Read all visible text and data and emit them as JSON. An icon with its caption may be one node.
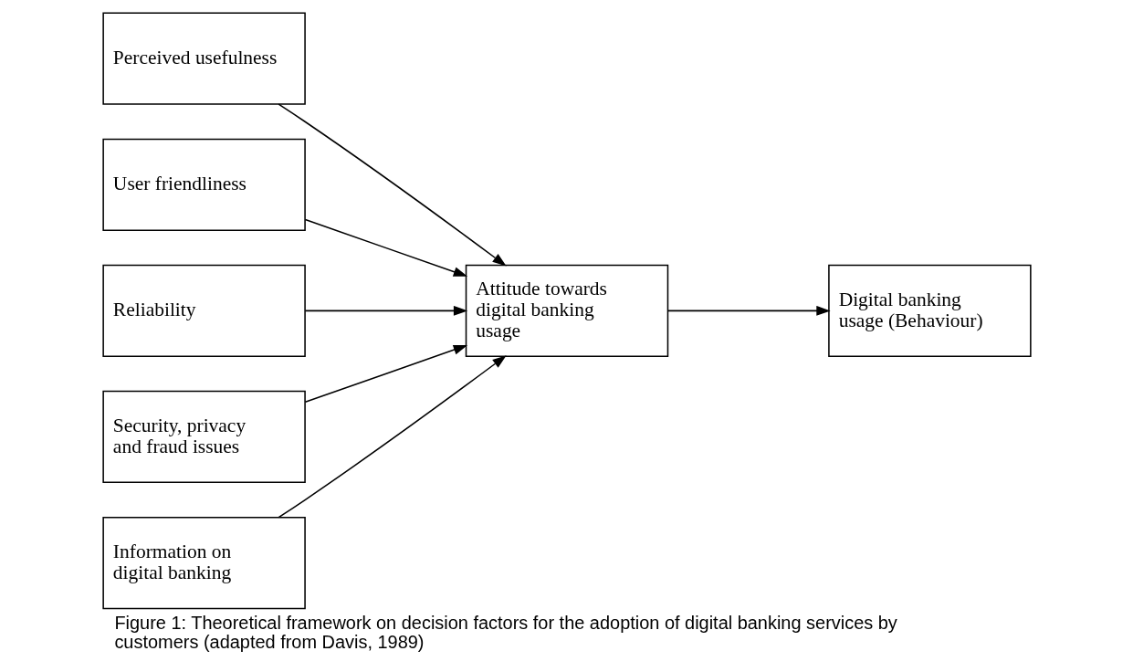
{
  "diagram": {
    "caption": "Figure 1: Theoretical framework on decision factors for the adoption of digital banking services by customers (adapted from Davis, 1989)",
    "nodes": [
      {
        "text": [
          "Perceived usefulness"
        ]
      },
      {
        "text": [
          "User friendliness"
        ]
      },
      {
        "text": [
          "Reliability"
        ]
      },
      {
        "text": [
          "Security, privacy and fraud issues"
        ]
      },
      {
        "text": [
          "Information on digital banking"
        ]
      },
      {
        "text": [
          "Attitude towards digital banking usage"
        ]
      },
      {
        "text": [
          "Digital banking usage (Behaviour)"
        ]
      }
    ],
    "edges": [
      {
        "from": 0,
        "to": 5,
        "arrow": "to"
      },
      {
        "from": 1,
        "to": 5,
        "arrow": "to"
      },
      {
        "from": 2,
        "to": 5,
        "arrow": "to"
      },
      {
        "from": 3,
        "to": 5,
        "arrow": "to"
      },
      {
        "from": 4,
        "to": 5,
        "arrow": "to"
      },
      {
        "from": 5,
        "to": 6,
        "arrow": "to"
      }
    ]
  }
}
